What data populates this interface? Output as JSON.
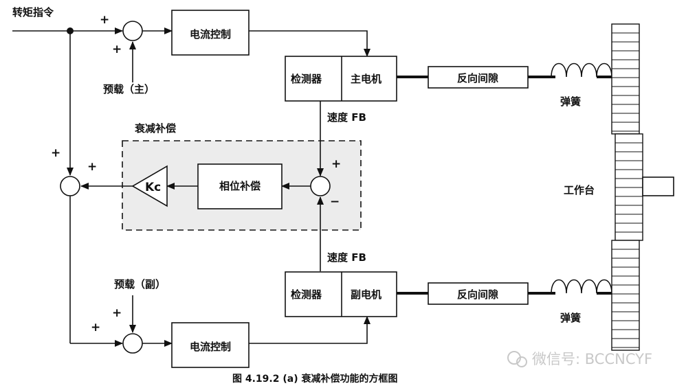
{
  "labels": {
    "torque_cmd": "转矩指令",
    "current_ctrl_top": "电流控制",
    "current_ctrl_bottom": "电流控制",
    "preload_main": "预载（主）",
    "preload_sub": "预载（副）",
    "detector_top": "检测器",
    "detector_bottom": "检测器",
    "main_motor": "主电机",
    "sub_motor": "副电机",
    "backlash_top": "反向间隙",
    "backlash_bottom": "反向间隙",
    "spring_top": "弹簧",
    "spring_bottom": "弹簧",
    "speed_fb_top": "速度 FB",
    "speed_fb_bottom": "速度 FB",
    "damping_comp": "衰减补偿",
    "phase_comp": "相位补偿",
    "gain": "Kc",
    "worktable": "工作台",
    "caption": "图 4.19.2 (a)    衰减补偿功能的方框图",
    "watermark": "微信号: BCCNCYF"
  },
  "signs": {
    "plus": "+",
    "minus": "−"
  }
}
